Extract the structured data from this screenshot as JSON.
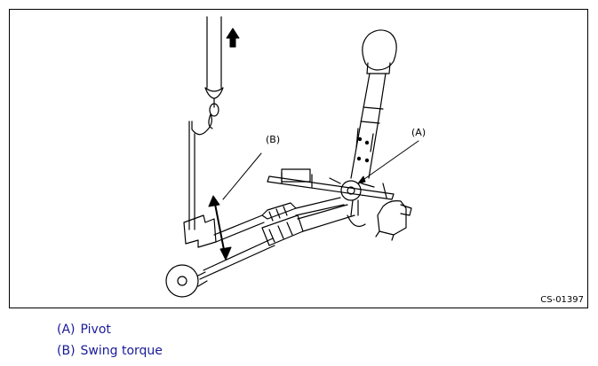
{
  "figure": {
    "figure_id": "CS-01397",
    "callouts": [
      {
        "key": "A",
        "label": "(A)"
      },
      {
        "key": "B",
        "label": "(B)"
      }
    ]
  },
  "legend": [
    {
      "key": "(A)",
      "text": "Pivot"
    },
    {
      "key": "(B)",
      "text": "Swing torque"
    }
  ],
  "colors": {
    "legend_text": "#1a1a99",
    "line": "#000000"
  }
}
